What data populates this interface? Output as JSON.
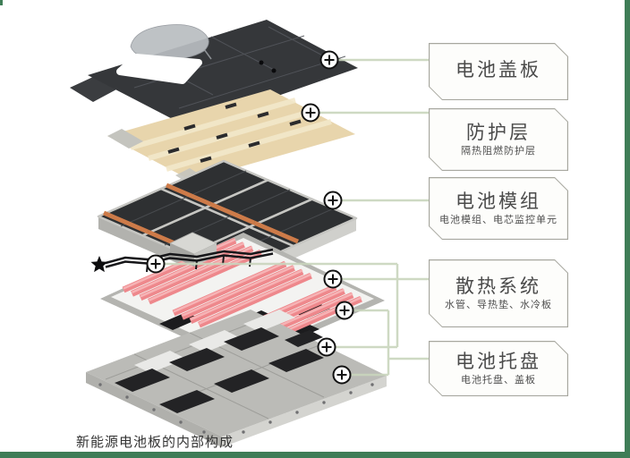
{
  "page": {
    "caption": "新能源电池板的内部构成"
  },
  "callouts": [
    {
      "title": "电池盖板",
      "subtitle": ""
    },
    {
      "title": "防护层",
      "subtitle": "隔热阻燃防护层"
    },
    {
      "title": "电池模组",
      "subtitle": "电池模组、电芯监控单元"
    },
    {
      "title": "散热系统",
      "subtitle": "水管、导热垫、水冷板"
    },
    {
      "title": "电池托盘",
      "subtitle": "电池托盘、盖板"
    }
  ],
  "diagram": {
    "type": "exploded-view",
    "subject": "EV battery pack",
    "layers": [
      "battery-cover-plate",
      "protective-layer",
      "battery-modules",
      "cooling-system",
      "battery-tray"
    ],
    "marker_icon": "plus-circle",
    "marker_count": 8
  },
  "colors": {
    "accent_green": "#3f7d57",
    "connector_line": "#c9d5bd",
    "callout_border": "#a7a79f",
    "cover_plate": "#35373a",
    "protective_layer": "#e8d5ac",
    "module_top": "#2e3032",
    "module_connector_orange": "#cd7b49",
    "thermal_pad_pink": "#ee888c",
    "tray_gray": "#bbbbb7"
  }
}
